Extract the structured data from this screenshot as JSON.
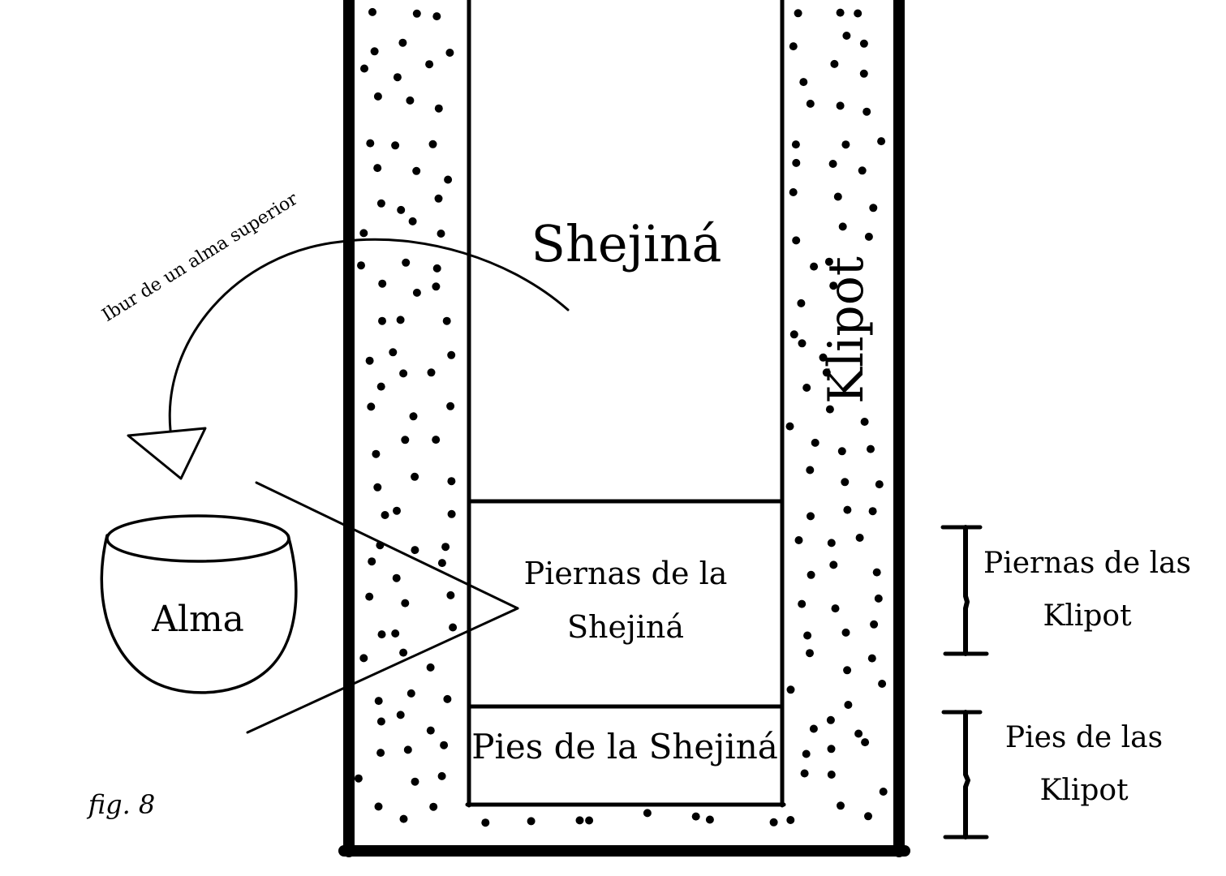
{
  "labels": {
    "shejina": "Shejiná",
    "klipot": "Klipot",
    "piernas_shejina_line1": "Piernas de la",
    "piernas_shejina_line2": "Shejiná",
    "pies_shejina": "Pies de la Shejiná",
    "alma": "Alma",
    "ibur": "Ibur de un alma superior",
    "piernas_klipot_line1": "Piernas de las",
    "piernas_klipot_line2": "Klipot",
    "pies_klipot_line1": "Pies de las",
    "pies_klipot_line2": "Klipot",
    "fig": "fig. 8"
  }
}
